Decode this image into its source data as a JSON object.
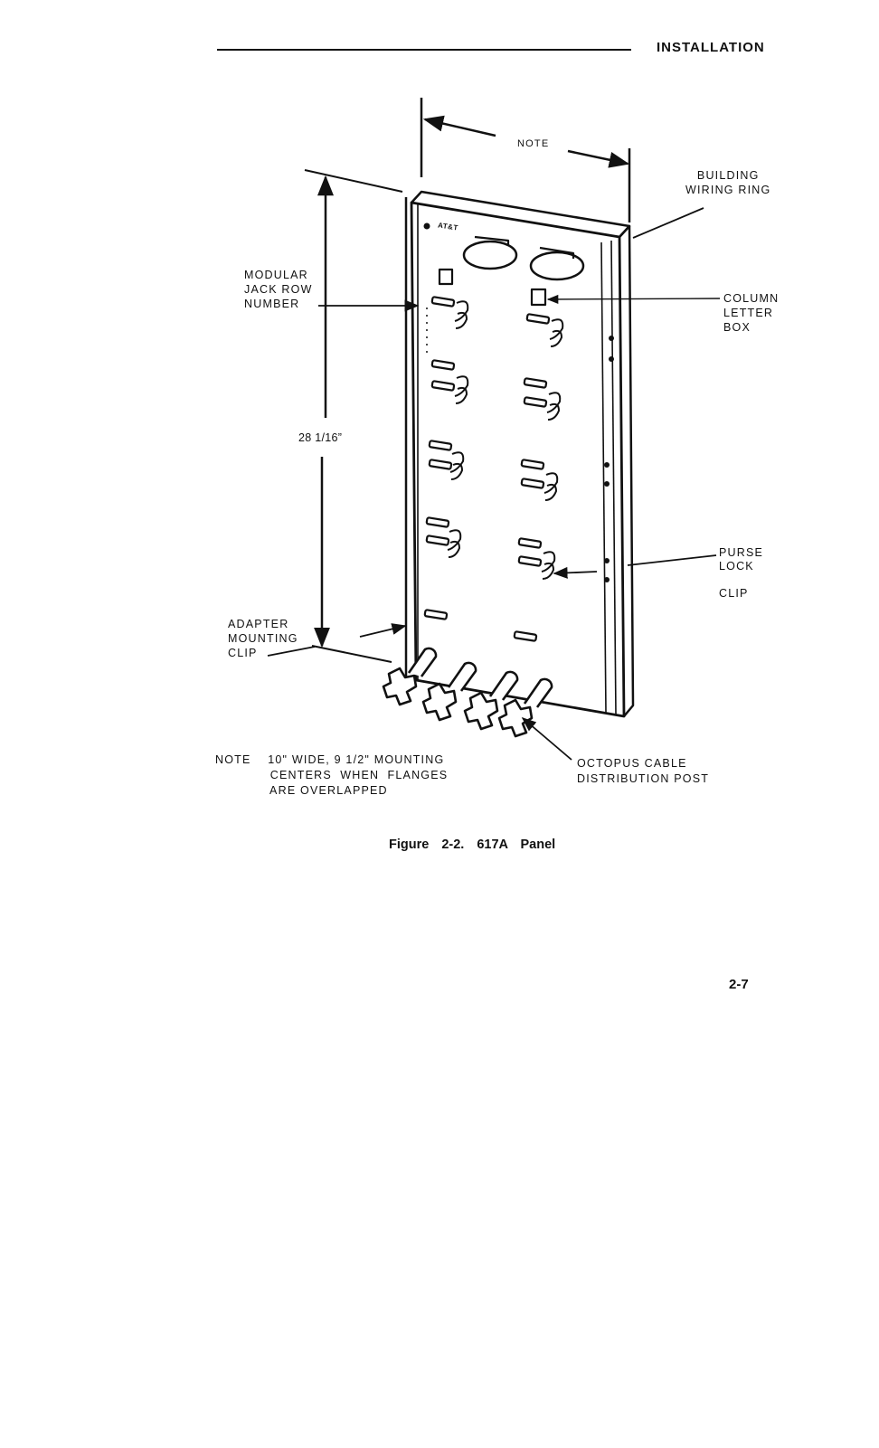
{
  "header": {
    "section": "INSTALLATION"
  },
  "figure": {
    "labels": {
      "note_top": "NOTE",
      "building_wiring_ring": "BUILDING\nWIRING RING",
      "modular_jack_row_number": "MODULAR\nJACK ROW\nNUMBER",
      "column_letter_box": "COLUMN\nLETTER\nBOX",
      "height_dimension": "28 1/16”",
      "purse_lock_clip": "PURSE\nLOCK\n\nCLIP",
      "adapter_mounting_clip": "ADAPTER\nMOUNTING\nCLIP",
      "octopus_cable": "OCTOPUS CABLE\nDISTRIBUTION POST",
      "note_text": "NOTE    10\" WIDE, 9 1/2\" MOUNTING\n             CENTERS  WHEN  FLANGES\n             ARE OVERLAPPED",
      "logo": "AT&T"
    },
    "caption": "Figure 2-2. 617A Panel"
  },
  "footer": {
    "page_number": "2-7"
  }
}
